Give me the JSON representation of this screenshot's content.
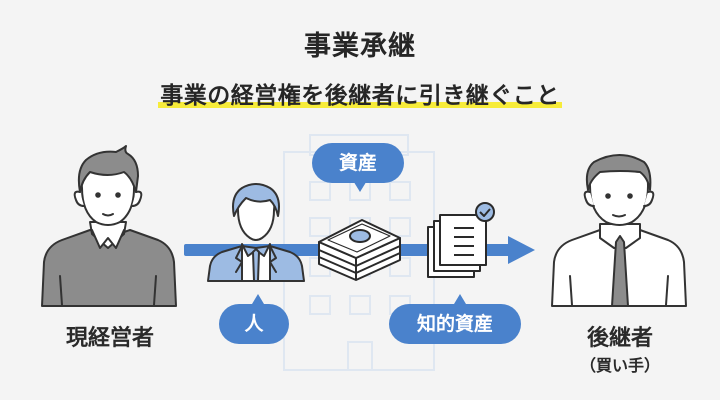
{
  "header": {
    "title": "事業承継",
    "subtitle": "事業の経営権を後継者に引き継ぐこと",
    "highlight_color": "#f7ec3a"
  },
  "left_person": {
    "label": "現経営者",
    "icon": "businessman-sweater-icon"
  },
  "right_person": {
    "label": "後継者",
    "sublabel": "（買い手）",
    "icon": "businessman-tie-icon"
  },
  "transfer_items": [
    {
      "label": "人",
      "icon": "employee-icon"
    },
    {
      "label": "資産",
      "icon": "money-stack-icon"
    },
    {
      "label": "知的資産",
      "icon": "documents-check-icon"
    }
  ],
  "colors": {
    "accent_blue": "#4a82cc",
    "light_blue": "#9dbbe3",
    "building_outline": "#dfe7f1",
    "background": "#f4f4f4",
    "text": "#2a2a2a",
    "shirt_gray": "#8c8c8c"
  },
  "arrow": {
    "direction": "left-to-right",
    "icon": "arrow-right-icon"
  },
  "background_icon": "building-icon"
}
